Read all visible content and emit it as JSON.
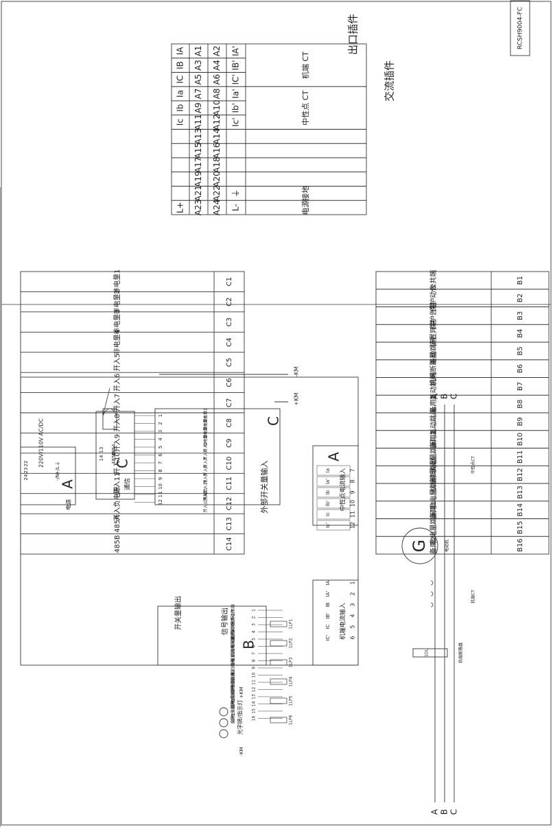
{
  "model": "RCSH9004-FC",
  "ac_plug": {
    "title": "交流插件",
    "rows": [
      [
        "IA",
        "A1",
        "A2",
        "IA'",
        "机端 CT"
      ],
      [
        "IB",
        "A3",
        "A4",
        "IB'",
        ""
      ],
      [
        "IC",
        "A5",
        "A6",
        "IC'",
        ""
      ],
      [
        "Ia",
        "A7",
        "A8",
        "Ia'",
        "中性点 CT"
      ],
      [
        "Ib",
        "A9",
        "A10",
        "Ib'",
        ""
      ],
      [
        "Ic",
        "A11",
        "A12",
        "Ic'",
        ""
      ],
      [
        "",
        "A13",
        "A14",
        "",
        ""
      ],
      [
        "",
        "A15",
        "A16",
        "",
        ""
      ],
      [
        "",
        "A17",
        "A18",
        "",
        ""
      ],
      [
        "",
        "A19",
        "A20",
        "",
        ""
      ],
      [
        "",
        "A21",
        "A22",
        "⏚",
        "接地"
      ],
      [
        "L+",
        "A23",
        "A24",
        "L-",
        "电源"
      ]
    ]
  },
  "out_plug": {
    "title": "出口插件",
    "b_rows": [
      [
        "公共端",
        "B1"
      ],
      [
        "保护动作",
        "B2"
      ],
      [
        "保护告警",
        "B3"
      ],
      [
        "装置异常",
        "B4"
      ],
      [
        "差动跳闸",
        "B5"
      ],
      [
        "机端断路器",
        "B6"
      ],
      [
        "差动跳闸",
        "B7"
      ],
      [
        "备用1",
        "B8"
      ],
      [
        "差动跳闸",
        "B9"
      ],
      [
        "备用2",
        "B10"
      ],
      [
        "非电量跳闸",
        "B11"
      ],
      [
        "机端断路器",
        "B12"
      ],
      [
        "非电量跳闸",
        "B13"
      ],
      [
        "备用1",
        "B14"
      ],
      [
        "非电量跳闸",
        "B15"
      ],
      [
        "备用2",
        "B16"
      ]
    ],
    "c_rows": [
      [
        "非电量1",
        "C1"
      ],
      [
        "非电量2",
        "C2"
      ],
      [
        "非电量3",
        "C3"
      ],
      [
        "非电量4",
        "C4"
      ],
      [
        "开入5",
        "C5"
      ],
      [
        "开入6",
        "C6"
      ],
      [
        "开入7",
        "C7"
      ],
      [
        "开入8",
        "C8"
      ],
      [
        "开入9",
        "C9"
      ],
      [
        "开入10",
        "C10"
      ],
      [
        "开入11",
        "C11"
      ],
      [
        "开入负电源",
        "C12"
      ],
      [
        "485A",
        "C13"
      ],
      [
        "485B",
        "C14"
      ]
    ]
  },
  "wiring": {
    "phases": [
      "A",
      "B",
      "C"
    ],
    "neutral_ct": "中性点CT",
    "gen_label": "电动机",
    "gen_symbol": "G",
    "term_ct": "机端CT",
    "breaker": "机端断路器",
    "breaker_code": "1DL",
    "km_neg": "-KM",
    "km_pos": "+KM",
    "supply": "220V/110V AC/DC",
    "block_a_big": "A",
    "block_a_sub": "中性点电流输入",
    "block_a_pins": [
      "7",
      "8",
      "9",
      "10",
      "11",
      "12"
    ],
    "block_a_sigs": [
      "Ia",
      "Ia'",
      "Ib",
      "Ib'",
      "Ic",
      "Ic'"
    ],
    "block_a2_sub": "机端电流输入",
    "block_a2_pins": [
      "1",
      "2",
      "3",
      "4",
      "5",
      "6"
    ],
    "block_a2_sigs": [
      "IA",
      "IA'",
      "IB",
      "IB'",
      "IC",
      "IC'"
    ],
    "block_c_big": "C",
    "block_c_sub": "外部开关量输入",
    "block_c_pins": [
      "1",
      "2",
      "3",
      "4",
      "5",
      "6",
      "7",
      "8",
      "9",
      "10",
      "11",
      "12"
    ],
    "block_c_sigs": [
      "非电量1",
      "非电量2",
      "非电量3",
      "非电量4",
      "开入5",
      "开入6",
      "开入7",
      "开入8",
      "开入9",
      "开入10",
      "开入11",
      "开入公共端"
    ],
    "block_c2_big": "C",
    "block_c2_sub": "通信",
    "block_c2_pins": [
      "13",
      "14"
    ],
    "block_c2_sigs": [
      "485A",
      "485B"
    ],
    "block_p_big": "A",
    "block_p_sub": "电源",
    "block_p_pins": [
      "22",
      "23",
      "24"
    ],
    "block_p_sigs": [
      "⏚",
      "+/L",
      "-/N"
    ],
    "block_b_big": "B",
    "block_b_sub1": "信号输出",
    "block_b_sub2": "开关量输出",
    "block_b_pins": [
      "1",
      "2",
      "3",
      "4",
      "5",
      "6",
      "7",
      "8",
      "9",
      "10",
      "11",
      "12",
      "13",
      "14",
      "15",
      "16"
    ],
    "block_b_sigs": [
      "公共端",
      "保护动作",
      "保护告警",
      "装置异常",
      "差动跳闸",
      "机端断路器",
      "差动跳闸",
      "备用1",
      "差动跳闸",
      "备用2",
      "非电量跳闸",
      "机端断路器",
      "非电量跳闸",
      "备用1",
      "非电量跳闸",
      "备用2"
    ],
    "lp_labels": [
      "1LP1",
      "1LP2",
      "1LP3",
      "1LP4",
      "1LP5",
      "1LP6"
    ],
    "km_pos2": "+KM",
    "km_neg2": "-KM",
    "lamp_label": "光字牌/指示灯"
  }
}
